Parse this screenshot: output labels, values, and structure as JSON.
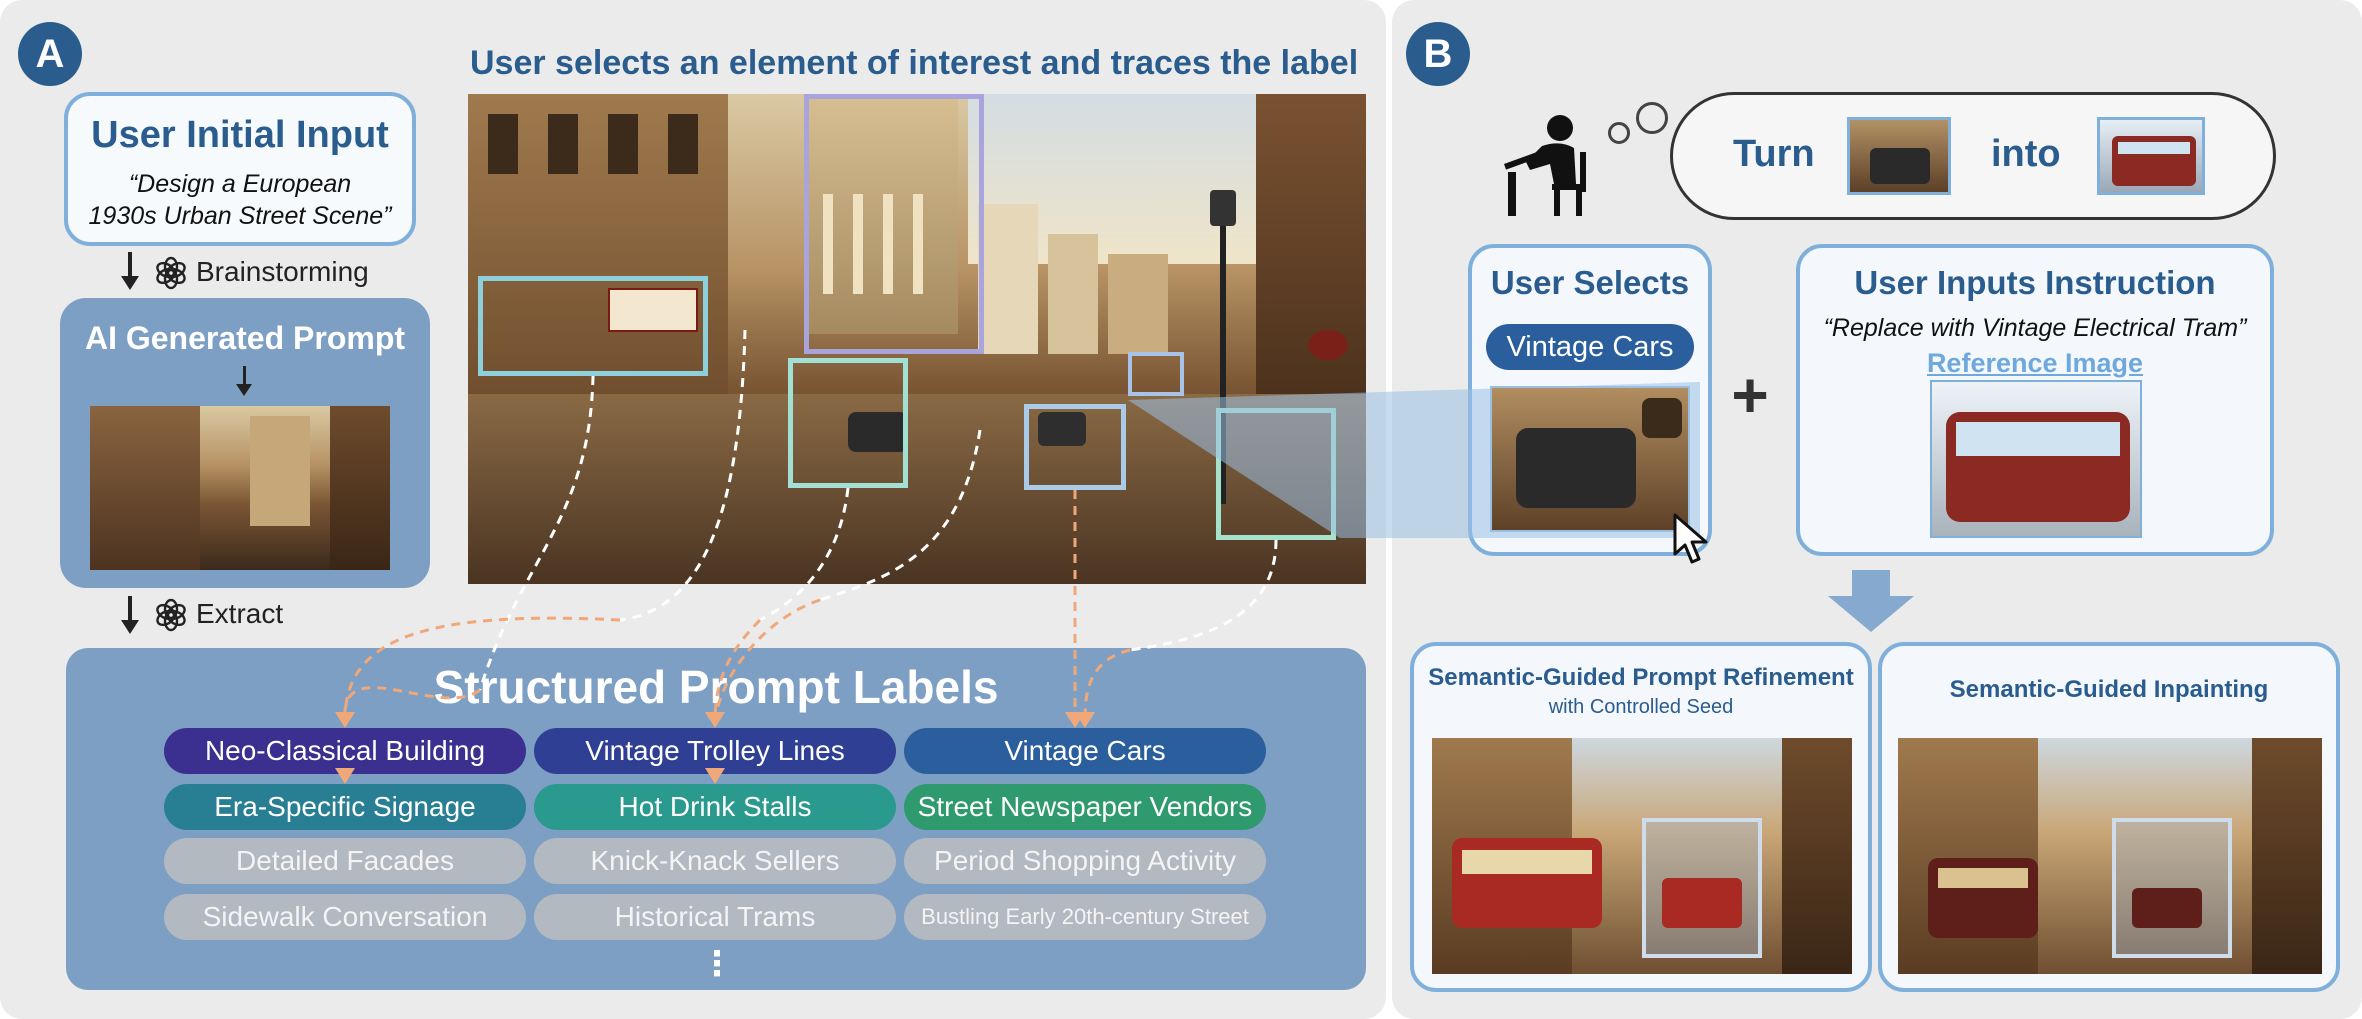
{
  "panel_a": {
    "badge": "A",
    "top_title": "User selects an element of interest and traces the label",
    "initial_input": {
      "title": "User Initial Input",
      "quote_line1": "“Design a European",
      "quote_line2": "1930s Urban Street Scene”"
    },
    "brainstorming_label": "Brainstorming",
    "ai_prompt_title": "AI Generated Prompt",
    "extract_label": "Extract",
    "labels_title": "Structured Prompt Labels",
    "labels": [
      {
        "text": "Neo-Classical Building",
        "color": "#3b2f8f"
      },
      {
        "text": "Vintage Trolley Lines",
        "color": "#2f3f93"
      },
      {
        "text": "Vintage Cars",
        "color": "#2a5e9c"
      },
      {
        "text": "Era-Specific Signage",
        "color": "#287f93"
      },
      {
        "text": "Hot Drink Stalls",
        "color": "#2a9a8e"
      },
      {
        "text": "Street Newspaper Vendors",
        "color": "#2f9a6e"
      },
      {
        "text": "Detailed Facades"
      },
      {
        "text": "Knick-Knack Sellers"
      },
      {
        "text": "Period Shopping Activity"
      },
      {
        "text": "Sidewalk Conversation"
      },
      {
        "text": "Historical Trams"
      },
      {
        "text": "Bustling Early 20th-century Street"
      }
    ],
    "more_indicator": "⋮"
  },
  "panel_b": {
    "badge": "B",
    "turn_word": "Turn",
    "into_word": "into",
    "user_selects_title": "User Selects",
    "selected_chip": "Vintage Cars",
    "plus": "+",
    "instruction_title": "User Inputs Instruction",
    "instruction_quote": "“Replace with Vintage Electrical Tram”",
    "reference_label": "Reference Image",
    "output_left_title": "Semantic-Guided Prompt Refinement",
    "output_left_subtitle": "with Controlled Seed",
    "output_right_title": "Semantic-Guided Inpainting"
  },
  "icons": {
    "openai": "openai-logo-icon",
    "user": "user-at-desk-icon",
    "thought": "thought-bubble-icon",
    "cursor": "mouse-cursor-icon",
    "arrow": "down-arrow-icon"
  },
  "colors": {
    "badge": "#2a5c8e",
    "panel_bg": "#ebebeb",
    "labels_bg": "#7e9fc4",
    "trace_white": "#ffffff",
    "trace_orange": "#f0a878",
    "box_border": "#7fb0dc"
  }
}
